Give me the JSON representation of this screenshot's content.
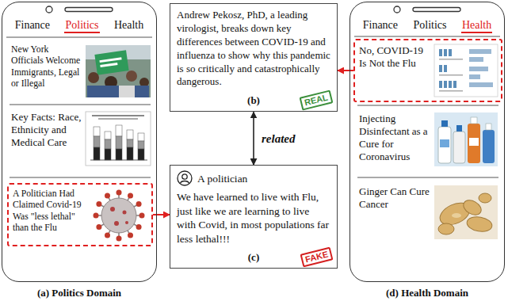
{
  "diagram": {
    "nodes": [
      {
        "text": [
          "Finance",
          "Politics",
          "Health"
        ]
      },
      {
        "text": [
          "New York Officials Welcome Immigrants, Legal or Illegal"
        ],
        "in": 0
      },
      {
        "text": [
          "Key Facts: Race, Ethnicity and Medical Care"
        ],
        "in": 0
      },
      {
        "text": [
          "A Politician Had Claimed Covid-19 Was \"less lethal\" than the Flu"
        ],
        "in": 0
      },
      {
        "text": [
          "Andrew Pekosz, PhD, a leading virologist, breaks down key differences between COVID-19 and influenza to show why this pandemic is so critically and catastrophically dangerous.",
          "REAL"
        ]
      },
      {
        "text": [
          "A politician",
          "We have learned to live with Flu, just like we are learning to live with Covid, in most populations far less lethal!!!",
          "FAKE"
        ]
      },
      {
        "text": [
          "Finance",
          "Politics",
          "Health"
        ]
      },
      {
        "text": [
          "No, COVID-19 Is Not the Flu"
        ],
        "in": 6
      },
      {
        "text": [
          "Injecting Disinfectant as a Cure for Coronavirus"
        ],
        "in": 6
      },
      {
        "text": [
          "Ginger Can Cure Cancer"
        ],
        "in": 6
      }
    ],
    "edges": [
      {
        "from": 3,
        "to": 5,
        "arrow": "to"
      },
      {
        "from": 7,
        "to": 4,
        "arrow": "to"
      },
      {
        "from": 4,
        "to": 5,
        "label": "related",
        "arrow": "both"
      }
    ],
    "labels": [
      "(b)",
      "(c)",
      "(a) Politics Domain",
      "(d) Health Domain"
    ]
  }
}
